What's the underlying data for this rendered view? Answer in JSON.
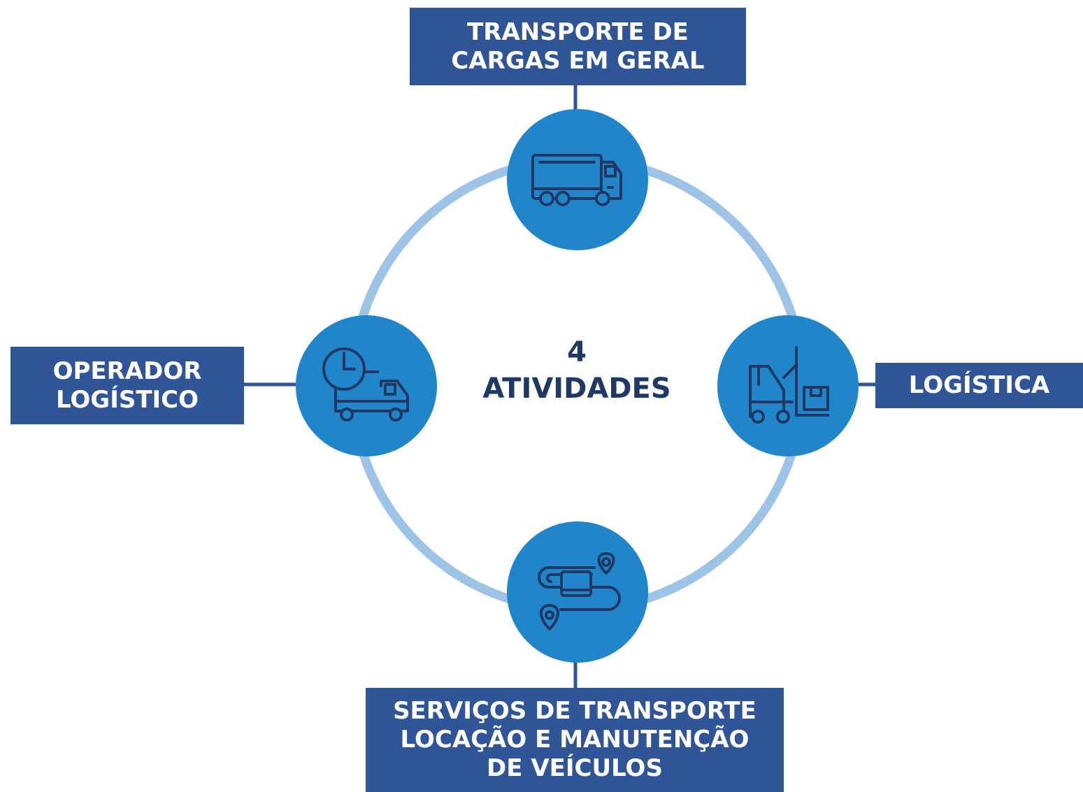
{
  "center": {
    "number": "4",
    "title": "ATIVIDADES"
  },
  "activities": [
    {
      "position": "top",
      "icon": "cargo-truck-icon",
      "lines": [
        "TRANSPORTE DE",
        "CARGAS EM GERAL"
      ]
    },
    {
      "position": "right",
      "icon": "forklift-icon",
      "lines": [
        "LOGÍSTICA"
      ]
    },
    {
      "position": "bottom",
      "icon": "route-map-icon",
      "lines": [
        "SERVIÇOS DE TRANSPORTE",
        "LOCAÇÃO E MANUTENÇÃO",
        "DE VEÍCULOS"
      ]
    },
    {
      "position": "left",
      "icon": "delivery-time-icon",
      "lines": [
        "OPERADOR",
        "LOGÍSTICO"
      ]
    }
  ],
  "colors": {
    "ring": "#9dc3e6",
    "node": "#2185c9",
    "label_bg": "#2f5597",
    "connector": "#2f5597",
    "icon_stroke": "#1f3864",
    "center_text": "#1f3864"
  }
}
